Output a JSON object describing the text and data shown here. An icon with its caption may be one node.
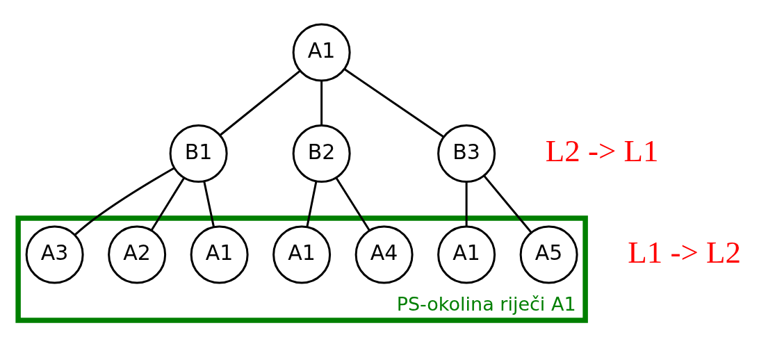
{
  "diagram": {
    "nodes": [
      {
        "text": [
          "A1"
        ]
      },
      {
        "text": [
          "B1"
        ]
      },
      {
        "text": [
          "B2"
        ]
      },
      {
        "text": [
          "B3"
        ]
      },
      {
        "text": [
          "PS-okolina riječi A1"
        ]
      },
      {
        "text": [
          "A1"
        ],
        "in": 4
      },
      {
        "text": [
          "A2"
        ],
        "in": 4
      },
      {
        "text": [
          "A3"
        ],
        "in": 4
      },
      {
        "text": [
          "A1"
        ],
        "in": 4
      },
      {
        "text": [
          "A4"
        ],
        "in": 4
      },
      {
        "text": [
          "A1"
        ],
        "in": 4
      },
      {
        "text": [
          "A5"
        ],
        "in": 4
      }
    ],
    "edges": [
      {
        "from": 0,
        "to": 1,
        "arrow": "none"
      },
      {
        "from": 0,
        "to": 2,
        "arrow": "none"
      },
      {
        "from": 0,
        "to": 3,
        "arrow": "none"
      },
      {
        "from": 1,
        "to": 5,
        "arrow": "none"
      },
      {
        "from": 1,
        "to": 6,
        "arrow": "none"
      },
      {
        "from": 1,
        "to": 7,
        "arrow": "none"
      },
      {
        "from": 2,
        "to": 8,
        "arrow": "none"
      },
      {
        "from": 2,
        "to": 9,
        "arrow": "none"
      },
      {
        "from": 3,
        "to": 10,
        "arrow": "none"
      },
      {
        "from": 3,
        "to": 11,
        "arrow": "none"
      }
    ],
    "labels": [
      "L2 -> L1",
      "L1 -> L2"
    ]
  }
}
